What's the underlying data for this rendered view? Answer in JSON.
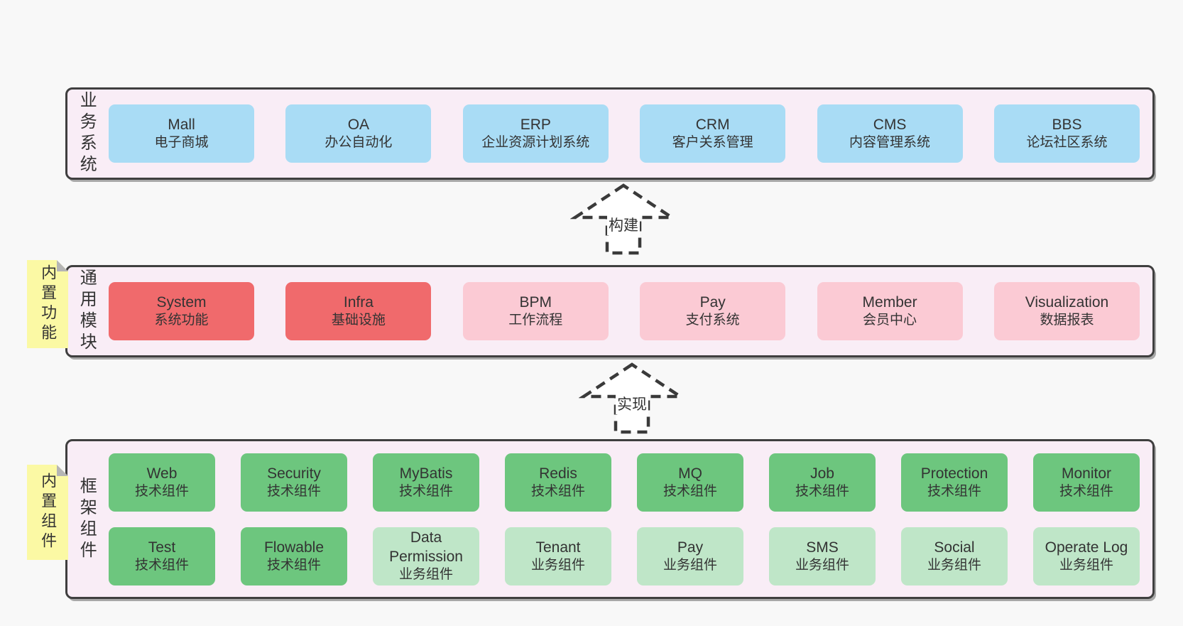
{
  "colors": {
    "background": "#f8f8f8",
    "container": "#f9edf6",
    "blue": "#a9dcf5",
    "red": "#f06a6c",
    "pink": "#fbcad4",
    "green": "#6dc67e",
    "lightgreen": "#bfe6c8",
    "sticky": "#fbf9a4",
    "line": "#3a3a3a"
  },
  "arrows": [
    {
      "label": "构建"
    },
    {
      "label": "实现"
    }
  ],
  "sections": [
    {
      "id": "business",
      "label": "业务系统",
      "sticky": null,
      "rows": [
        [
          {
            "name": "Mall",
            "subtitle": "电子商城",
            "variant": "blue"
          },
          {
            "name": "OA",
            "subtitle": "办公自动化",
            "variant": "blue"
          },
          {
            "name": "ERP",
            "subtitle": "企业资源计划系统",
            "variant": "blue"
          },
          {
            "name": "CRM",
            "subtitle": "客户关系管理",
            "variant": "blue"
          },
          {
            "name": "CMS",
            "subtitle": "内容管理系统",
            "variant": "blue"
          },
          {
            "name": "BBS",
            "subtitle": "论坛社区系统",
            "variant": "blue"
          }
        ]
      ]
    },
    {
      "id": "modules",
      "label": "通用模块",
      "sticky": "内置功能",
      "rows": [
        [
          {
            "name": "System",
            "subtitle": "系统功能",
            "variant": "red"
          },
          {
            "name": "Infra",
            "subtitle": "基础设施",
            "variant": "red"
          },
          {
            "name": "BPM",
            "subtitle": "工作流程",
            "variant": "pink"
          },
          {
            "name": "Pay",
            "subtitle": "支付系统",
            "variant": "pink"
          },
          {
            "name": "Member",
            "subtitle": "会员中心",
            "variant": "pink"
          },
          {
            "name": "Visualization",
            "subtitle": "数据报表",
            "variant": "pink"
          }
        ]
      ]
    },
    {
      "id": "components",
      "label": "框架组件",
      "sticky": "内置组件",
      "rows": [
        [
          {
            "name": "Web",
            "subtitle": "技术组件",
            "variant": "green"
          },
          {
            "name": "Security",
            "subtitle": "技术组件",
            "variant": "green"
          },
          {
            "name": "MyBatis",
            "subtitle": "技术组件",
            "variant": "green"
          },
          {
            "name": "Redis",
            "subtitle": "技术组件",
            "variant": "green"
          },
          {
            "name": "MQ",
            "subtitle": "技术组件",
            "variant": "green"
          },
          {
            "name": "Job",
            "subtitle": "技术组件",
            "variant": "green"
          },
          {
            "name": "Protection",
            "subtitle": "技术组件",
            "variant": "green"
          },
          {
            "name": "Monitor",
            "subtitle": "技术组件",
            "variant": "green"
          }
        ],
        [
          {
            "name": "Test",
            "subtitle": "技术组件",
            "variant": "green"
          },
          {
            "name": "Flowable",
            "subtitle": "技术组件",
            "variant": "green"
          },
          {
            "name": "Data Permission",
            "subtitle": "业务组件",
            "variant": "lightgreen"
          },
          {
            "name": "Tenant",
            "subtitle": "业务组件",
            "variant": "lightgreen"
          },
          {
            "name": "Pay",
            "subtitle": "业务组件",
            "variant": "lightgreen"
          },
          {
            "name": "SMS",
            "subtitle": "业务组件",
            "variant": "lightgreen"
          },
          {
            "name": "Social",
            "subtitle": "业务组件",
            "variant": "lightgreen"
          },
          {
            "name": "Operate Log",
            "subtitle": "业务组件",
            "variant": "lightgreen"
          }
        ]
      ]
    }
  ]
}
